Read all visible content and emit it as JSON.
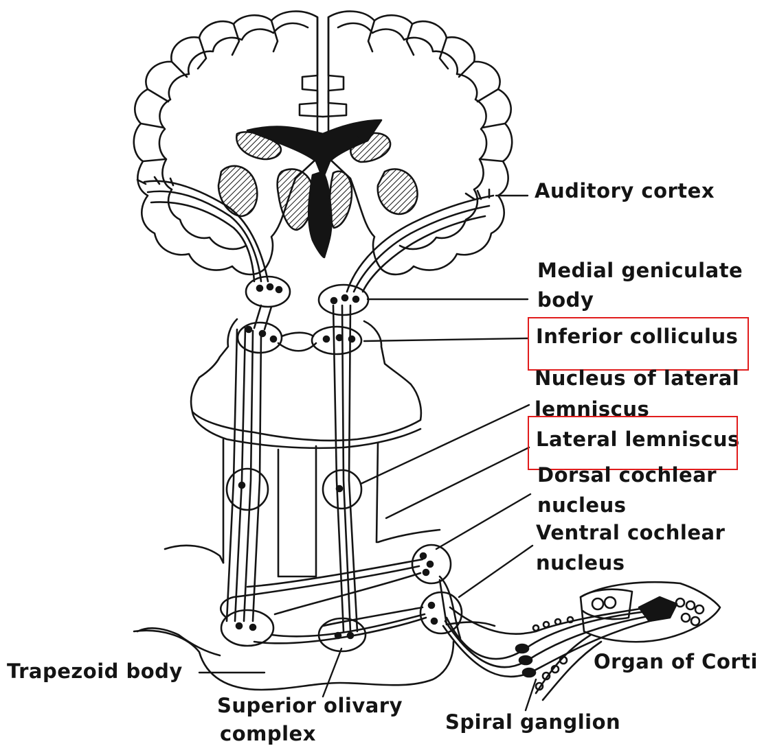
{
  "labels": {
    "auditory_cortex": "Auditory cortex",
    "medial_geniculate_line1": "Medial geniculate",
    "medial_geniculate_line2": "body",
    "inferior_colliculus": "Inferior colliculus",
    "nucleus_lateral_lemniscus_line1": "Nucleus of lateral",
    "nucleus_lateral_lemniscus_line2": "lemniscus",
    "lateral_lemniscus": "Lateral lemniscus",
    "dorsal_cochlear_line1": "Dorsal cochlear",
    "dorsal_cochlear_line2": "nucleus",
    "ventral_cochlear_line1": "Ventral cochlear",
    "ventral_cochlear_line2": "nucleus",
    "organ_of_corti": "Organ of Corti",
    "trapezoid_body": "Trapezoid body",
    "superior_olivary_line1": "Superior olivary",
    "superior_olivary_line2": "complex",
    "spiral_ganglion": "Spiral ganglion"
  },
  "highlights": {
    "color": "#e11b1b",
    "items": [
      "inferior_colliculus",
      "lateral_lemniscus"
    ]
  },
  "colors": {
    "ink": "#141414",
    "background": "#ffffff"
  }
}
